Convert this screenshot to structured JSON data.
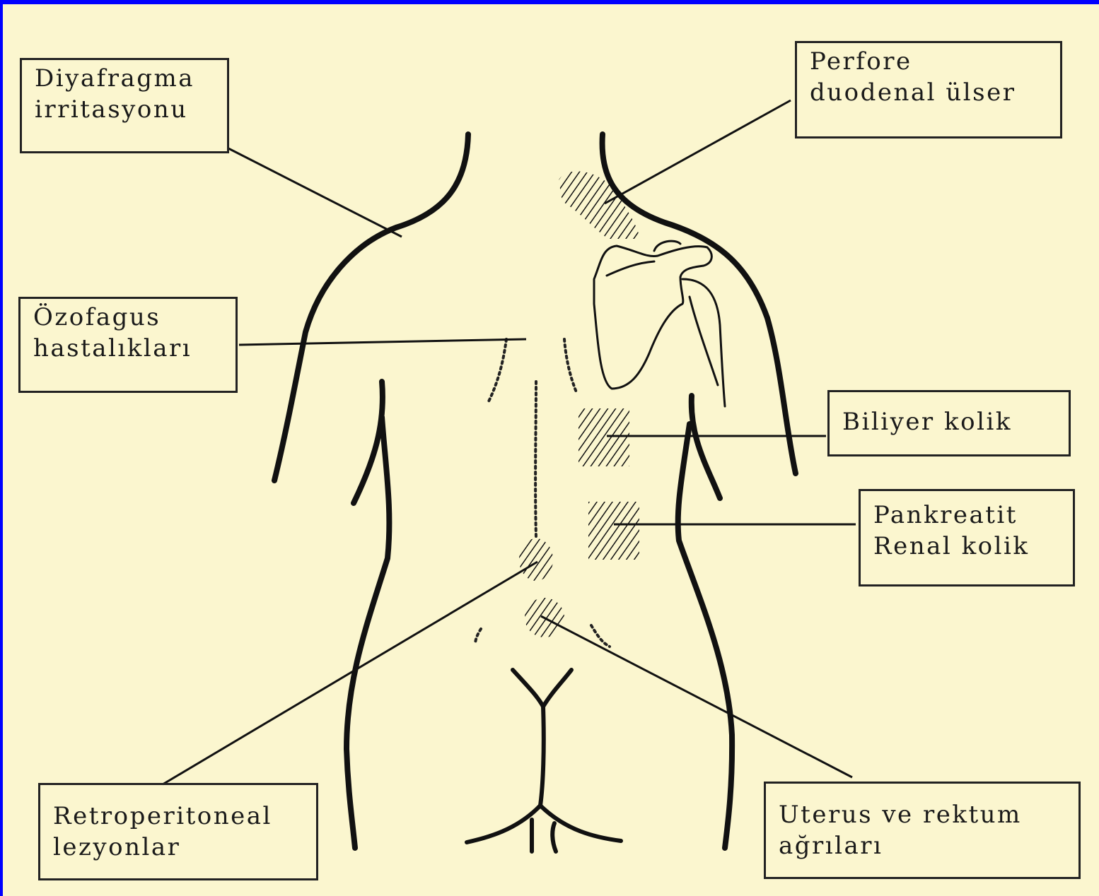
{
  "labels": {
    "diaphragm": {
      "line1": "Diyafragma",
      "line2": "irritasyonu"
    },
    "duodenal": {
      "line1": "Perfore",
      "line2": "duodenal ülser"
    },
    "esophagus": {
      "line1": "Özofagus",
      "line2": "hastalıkları"
    },
    "biliary": {
      "line1": "Biliyer kolik"
    },
    "pancreas": {
      "line1": "Pankreatit",
      "line2": "Renal kolik"
    },
    "retro": {
      "line1": "Retroperitoneal",
      "line2": "lezyonlar"
    },
    "uterus": {
      "line1": "Uterus ve rektum",
      "line2": "ağrıları"
    }
  },
  "colors": {
    "background": "#fbf6cf",
    "border": "#0000ff",
    "ink": "#111111"
  }
}
